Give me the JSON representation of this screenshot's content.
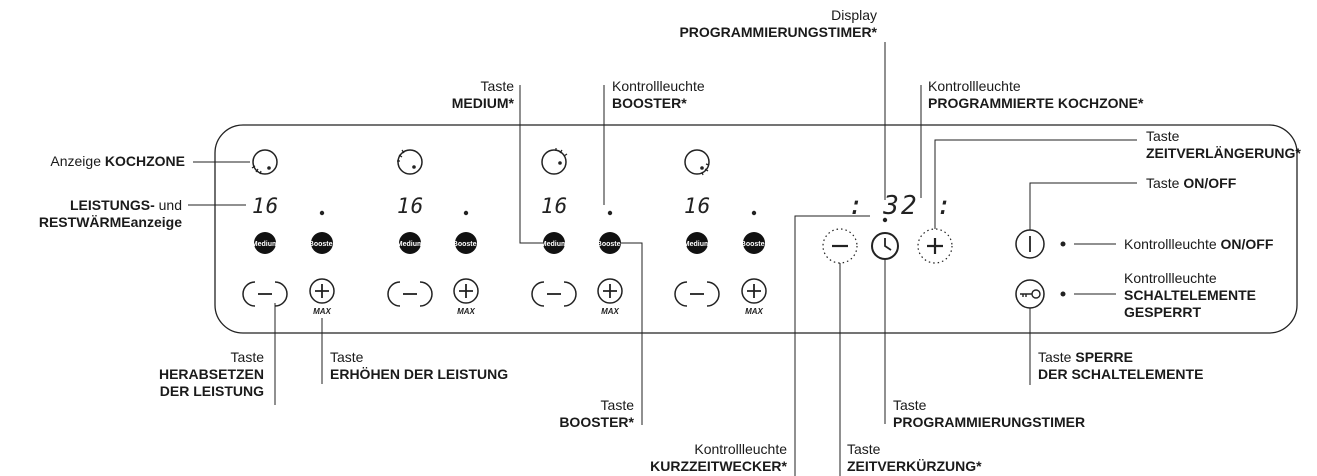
{
  "labels": {
    "display_timer_1": "Display",
    "display_timer_2": "PROGRAMMIERUNGSTIMER*",
    "medium_key_1": "Taste",
    "medium_key_2": "MEDIUM*",
    "booster_lamp_1": "Kontrollleuchte",
    "booster_lamp_2": "BOOSTER*",
    "prog_zone_lamp_1": "Kontrollleuchte",
    "prog_zone_lamp_2": "PROGRAMMIERTE KOCHZONE*",
    "time_ext_1": "Taste",
    "time_ext_2": "ZEITVERLÄNGERUNG*",
    "zone_ind_1": "Anzeige ",
    "zone_ind_2": "KOCHZONE",
    "power_disp_1a": "LEISTUNGS-",
    "power_disp_1b": " und",
    "power_disp_2a": "RESTWÄRME",
    "power_disp_2b": "anzeige",
    "onoff_key_1": "Taste ",
    "onoff_key_2": "ON/OFF",
    "onoff_lamp_1": "Kontrollleuchte ",
    "onoff_lamp_2": "ON/OFF",
    "locked_lamp_1": "Kontrollleuchte",
    "locked_lamp_2": "SCHALTELEMENTE",
    "locked_lamp_3": "GESPERRT",
    "decrease_1": "Taste",
    "decrease_2": "HERABSETZEN",
    "decrease_3": "DER LEISTUNG",
    "increase_1": "Taste",
    "increase_2": "ERHÖHEN DER LEISTUNG",
    "booster_key_1": "Taste",
    "booster_key_2": "BOOSTER*",
    "short_timer_1": "Kontrollleuchte",
    "short_timer_2": "KURZZEITWECKER*",
    "time_red_1": "Taste",
    "time_red_2": "ZEITVERKÜRZUNG*",
    "prog_timer_key_1": "Taste",
    "prog_timer_key_2": "PROGRAMMIERUNGSTIMER",
    "lock_key_1a": "Taste ",
    "lock_key_1b": "SPERRE",
    "lock_key_2": "DER SCHALTELEMENTE"
  },
  "panel": {
    "zones": [
      {
        "level": "16",
        "medium": "Medium",
        "booster": "Booster",
        "max": "MAX"
      },
      {
        "level": "16",
        "medium": "Medium",
        "booster": "Booster",
        "max": "MAX"
      },
      {
        "level": "16",
        "medium": "Medium",
        "booster": "Booster",
        "max": "MAX"
      },
      {
        "level": "16",
        "medium": "Medium",
        "booster": "Booster",
        "max": "MAX"
      }
    ],
    "timer_display": ": 32 :"
  },
  "icons": [
    "zone-indicator-icon",
    "minus-icon",
    "plus-icon",
    "clock-icon",
    "power-icon",
    "key-lock-icon"
  ]
}
